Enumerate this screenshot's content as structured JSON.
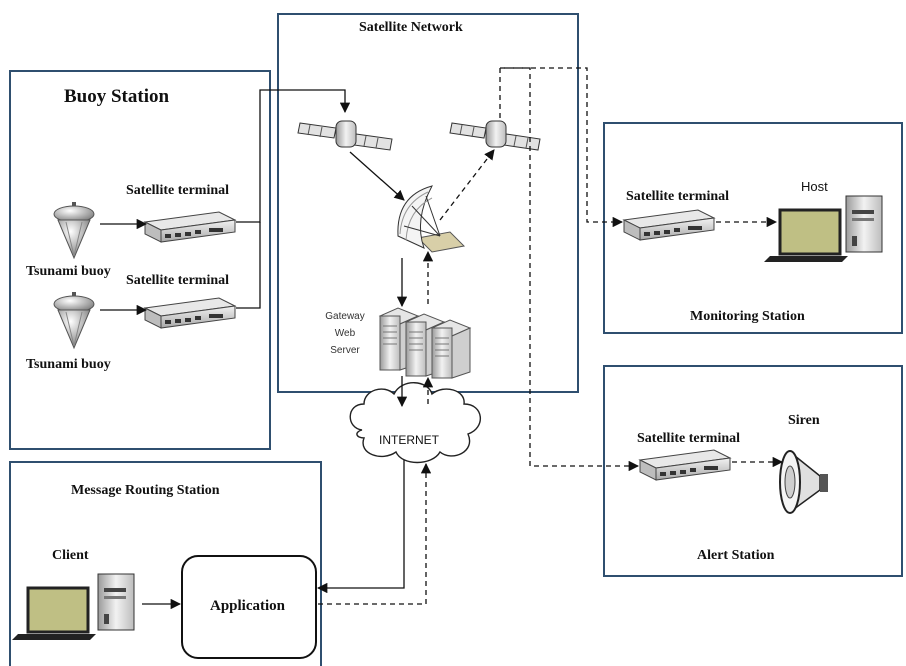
{
  "satellite_network": {
    "title": "Satellite Network",
    "gateway_lines": [
      "Gateway",
      "Web",
      "Server"
    ]
  },
  "buoy_station": {
    "title": "Buoy Station",
    "terminals": [
      "Satellite terminal",
      "Satellite terminal"
    ],
    "buoys": [
      "Tsunami buoy",
      "Tsunami buoy"
    ]
  },
  "monitoring_station": {
    "title": "Monitoring Station",
    "terminal": "Satellite terminal",
    "host": "Host"
  },
  "alert_station": {
    "title": "Alert Station",
    "terminal": "Satellite terminal",
    "siren": "Siren"
  },
  "internet": {
    "label": "INTERNET"
  },
  "message_routing_station": {
    "title": "Message Routing Station",
    "client": "Client",
    "application": "Application"
  },
  "colors": {
    "box_border": "#2f4f6f",
    "monitor_screen": "#bfbf84",
    "dark": "#1a1a1a"
  }
}
